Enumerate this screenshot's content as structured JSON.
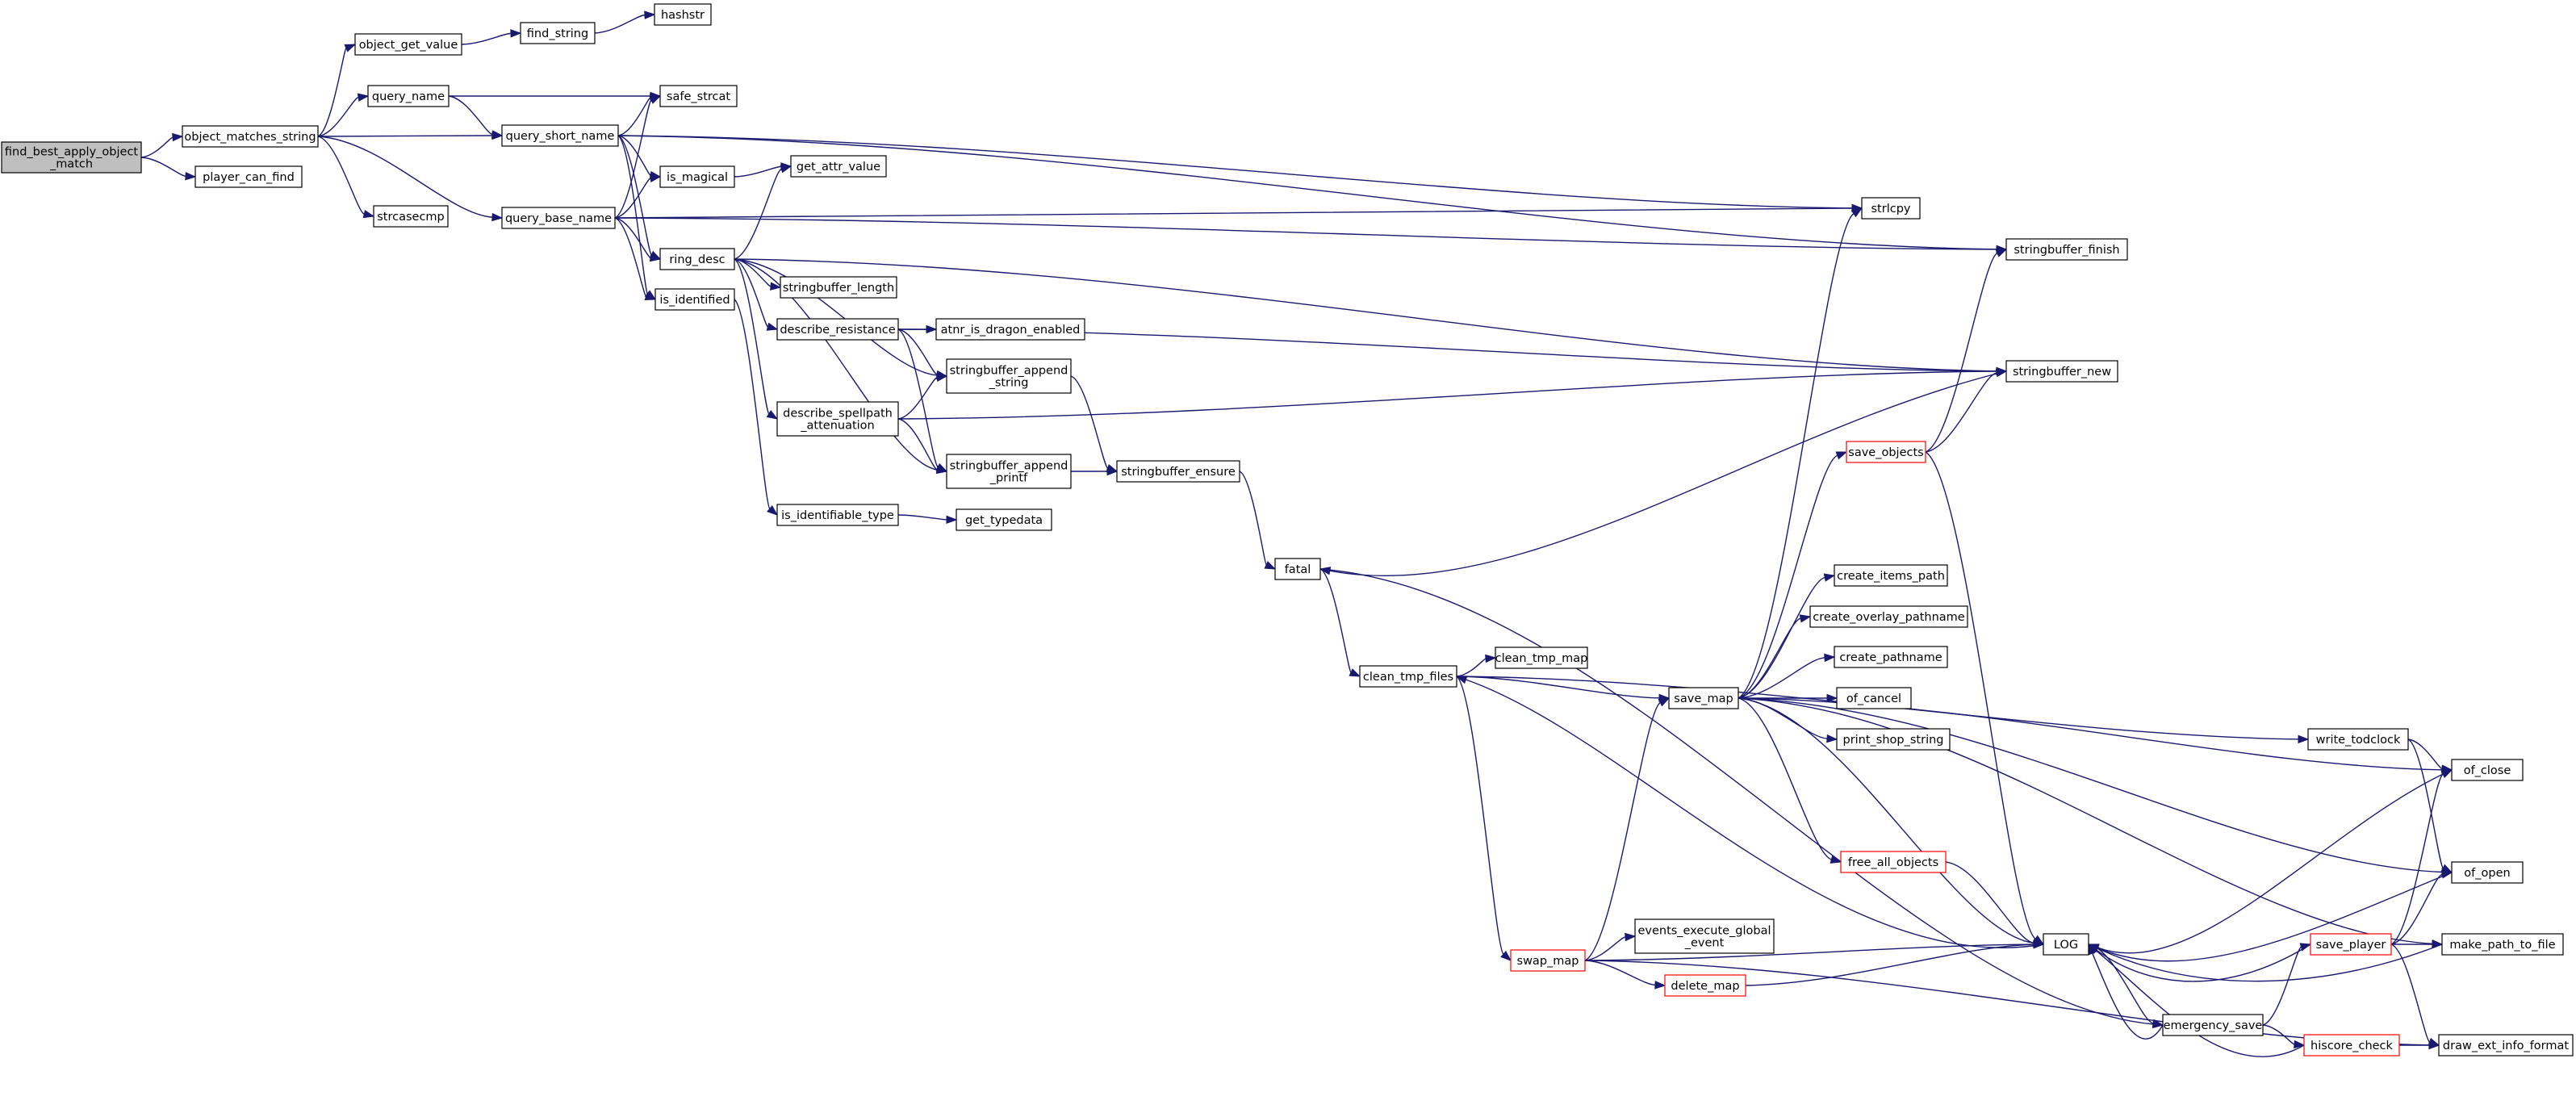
{
  "graph": {
    "colors": {
      "edge": "#191970",
      "node_border": "#000000",
      "truncated_border": "#ff0000",
      "root_fill": "#bfbfbf",
      "node_fill": "#ffffff"
    },
    "nodes": [
      {
        "id": "root",
        "lines": [
          "find_best_apply_object",
          "_match"
        ],
        "kind": "root"
      },
      {
        "id": "object_matches_string",
        "lines": [
          "object_matches_string"
        ]
      },
      {
        "id": "player_can_find",
        "lines": [
          "player_can_find"
        ]
      },
      {
        "id": "object_get_value",
        "lines": [
          "object_get_value"
        ]
      },
      {
        "id": "find_string",
        "lines": [
          "find_string"
        ]
      },
      {
        "id": "hashstr",
        "lines": [
          "hashstr"
        ]
      },
      {
        "id": "query_name",
        "lines": [
          "query_name"
        ]
      },
      {
        "id": "safe_strcat",
        "lines": [
          "safe_strcat"
        ]
      },
      {
        "id": "query_short_name",
        "lines": [
          "query_short_name"
        ]
      },
      {
        "id": "strcasecmp",
        "lines": [
          "strcasecmp"
        ]
      },
      {
        "id": "query_base_name",
        "lines": [
          "query_base_name"
        ]
      },
      {
        "id": "is_magical",
        "lines": [
          "is_magical"
        ]
      },
      {
        "id": "get_attr_value",
        "lines": [
          "get_attr_value"
        ]
      },
      {
        "id": "ring_desc",
        "lines": [
          "ring_desc"
        ]
      },
      {
        "id": "is_identified",
        "lines": [
          "is_identified"
        ]
      },
      {
        "id": "stringbuffer_length",
        "lines": [
          "stringbuffer_length"
        ]
      },
      {
        "id": "describe_resistance",
        "lines": [
          "describe_resistance"
        ]
      },
      {
        "id": "atnr_is_dragon_enabled",
        "lines": [
          "atnr_is_dragon_enabled"
        ]
      },
      {
        "id": "stringbuffer_append_string",
        "lines": [
          "stringbuffer_append",
          "_string"
        ]
      },
      {
        "id": "describe_spellpath_attenuation",
        "lines": [
          "describe_spellpath",
          "_attenuation"
        ]
      },
      {
        "id": "stringbuffer_append_printf",
        "lines": [
          "stringbuffer_append",
          "_printf"
        ]
      },
      {
        "id": "stringbuffer_ensure",
        "lines": [
          "stringbuffer_ensure"
        ]
      },
      {
        "id": "is_identifiable_type",
        "lines": [
          "is_identifiable_type"
        ]
      },
      {
        "id": "get_typedata",
        "lines": [
          "get_typedata"
        ]
      },
      {
        "id": "strlcpy",
        "lines": [
          "strlcpy"
        ]
      },
      {
        "id": "stringbuffer_finish",
        "lines": [
          "stringbuffer_finish"
        ]
      },
      {
        "id": "stringbuffer_new",
        "lines": [
          "stringbuffer_new"
        ]
      },
      {
        "id": "save_objects",
        "lines": [
          "save_objects"
        ],
        "kind": "trunc"
      },
      {
        "id": "fatal",
        "lines": [
          "fatal"
        ]
      },
      {
        "id": "clean_tmp_files",
        "lines": [
          "clean_tmp_files"
        ]
      },
      {
        "id": "clean_tmp_map",
        "lines": [
          "clean_tmp_map"
        ]
      },
      {
        "id": "create_items_path",
        "lines": [
          "create_items_path"
        ]
      },
      {
        "id": "create_overlay_pathname",
        "lines": [
          "create_overlay_pathname"
        ]
      },
      {
        "id": "create_pathname",
        "lines": [
          "create_pathname"
        ]
      },
      {
        "id": "save_map",
        "lines": [
          "save_map"
        ]
      },
      {
        "id": "of_cancel",
        "lines": [
          "of_cancel"
        ]
      },
      {
        "id": "print_shop_string",
        "lines": [
          "print_shop_string"
        ]
      },
      {
        "id": "write_todclock",
        "lines": [
          "write_todclock"
        ]
      },
      {
        "id": "of_close",
        "lines": [
          "of_close"
        ]
      },
      {
        "id": "free_all_objects",
        "lines": [
          "free_all_objects"
        ],
        "kind": "trunc"
      },
      {
        "id": "of_open",
        "lines": [
          "of_open"
        ]
      },
      {
        "id": "swap_map",
        "lines": [
          "swap_map"
        ],
        "kind": "trunc"
      },
      {
        "id": "events_execute_global_event",
        "lines": [
          "events_execute_global",
          "_event"
        ]
      },
      {
        "id": "delete_map",
        "lines": [
          "delete_map"
        ],
        "kind": "trunc"
      },
      {
        "id": "LOG",
        "lines": [
          "LOG"
        ]
      },
      {
        "id": "save_player",
        "lines": [
          "save_player"
        ],
        "kind": "trunc"
      },
      {
        "id": "make_path_to_file",
        "lines": [
          "make_path_to_file"
        ]
      },
      {
        "id": "emergency_save",
        "lines": [
          "emergency_save"
        ]
      },
      {
        "id": "hiscore_check",
        "lines": [
          "hiscore_check"
        ],
        "kind": "trunc"
      },
      {
        "id": "draw_ext_info_format",
        "lines": [
          "draw_ext_info_format"
        ]
      }
    ],
    "edges": [
      [
        "root",
        "object_matches_string"
      ],
      [
        "root",
        "player_can_find"
      ],
      [
        "object_matches_string",
        "object_get_value"
      ],
      [
        "object_matches_string",
        "query_name"
      ],
      [
        "object_matches_string",
        "query_short_name"
      ],
      [
        "object_matches_string",
        "strcasecmp"
      ],
      [
        "object_matches_string",
        "query_base_name"
      ],
      [
        "object_get_value",
        "find_string"
      ],
      [
        "find_string",
        "hashstr"
      ],
      [
        "query_name",
        "safe_strcat"
      ],
      [
        "query_name",
        "query_short_name"
      ],
      [
        "query_short_name",
        "safe_strcat"
      ],
      [
        "query_short_name",
        "strlcpy"
      ],
      [
        "query_short_name",
        "stringbuffer_finish"
      ],
      [
        "query_short_name",
        "is_magical"
      ],
      [
        "query_short_name",
        "ring_desc"
      ],
      [
        "query_short_name",
        "is_identified"
      ],
      [
        "query_base_name",
        "safe_strcat"
      ],
      [
        "query_base_name",
        "is_magical"
      ],
      [
        "query_base_name",
        "strlcpy"
      ],
      [
        "query_base_name",
        "ring_desc"
      ],
      [
        "query_base_name",
        "is_identified"
      ],
      [
        "query_base_name",
        "stringbuffer_finish"
      ],
      [
        "is_magical",
        "get_attr_value"
      ],
      [
        "ring_desc",
        "get_attr_value"
      ],
      [
        "ring_desc",
        "stringbuffer_length"
      ],
      [
        "ring_desc",
        "describe_resistance"
      ],
      [
        "ring_desc",
        "stringbuffer_append_string"
      ],
      [
        "ring_desc",
        "describe_spellpath_attenuation"
      ],
      [
        "ring_desc",
        "stringbuffer_append_printf"
      ],
      [
        "ring_desc",
        "stringbuffer_new"
      ],
      [
        "is_identified",
        "is_identifiable_type"
      ],
      [
        "is_identifiable_type",
        "get_typedata"
      ],
      [
        "describe_resistance",
        "atnr_is_dragon_enabled"
      ],
      [
        "describe_resistance",
        "stringbuffer_append_string"
      ],
      [
        "describe_resistance",
        "stringbuffer_append_printf"
      ],
      [
        "describe_resistance",
        "stringbuffer_new"
      ],
      [
        "describe_spellpath_attenuation",
        "stringbuffer_append_string"
      ],
      [
        "describe_spellpath_attenuation",
        "stringbuffer_append_printf"
      ],
      [
        "describe_spellpath_attenuation",
        "stringbuffer_new"
      ],
      [
        "stringbuffer_append_string",
        "stringbuffer_ensure"
      ],
      [
        "stringbuffer_append_printf",
        "stringbuffer_ensure"
      ],
      [
        "stringbuffer_ensure",
        "fatal"
      ],
      [
        "stringbuffer_new",
        "fatal"
      ],
      [
        "fatal",
        "clean_tmp_files"
      ],
      [
        "fatal",
        "emergency_save"
      ],
      [
        "clean_tmp_files",
        "clean_tmp_map"
      ],
      [
        "clean_tmp_files",
        "save_map"
      ],
      [
        "clean_tmp_files",
        "swap_map"
      ],
      [
        "clean_tmp_files",
        "write_todclock"
      ],
      [
        "swap_map",
        "save_map"
      ],
      [
        "swap_map",
        "events_execute_global_event"
      ],
      [
        "swap_map",
        "delete_map"
      ],
      [
        "swap_map",
        "LOG"
      ],
      [
        "swap_map",
        "draw_ext_info_format"
      ],
      [
        "delete_map",
        "LOG"
      ],
      [
        "save_map",
        "strlcpy"
      ],
      [
        "save_map",
        "save_objects"
      ],
      [
        "save_map",
        "create_items_path"
      ],
      [
        "save_map",
        "create_overlay_pathname"
      ],
      [
        "save_map",
        "create_pathname"
      ],
      [
        "save_map",
        "of_cancel"
      ],
      [
        "save_map",
        "print_shop_string"
      ],
      [
        "save_map",
        "free_all_objects"
      ],
      [
        "save_map",
        "LOG"
      ],
      [
        "save_map",
        "of_close"
      ],
      [
        "save_map",
        "of_open"
      ],
      [
        "save_map",
        "make_path_to_file"
      ],
      [
        "save_objects",
        "stringbuffer_finish"
      ],
      [
        "save_objects",
        "stringbuffer_new"
      ],
      [
        "save_objects",
        "LOG"
      ],
      [
        "free_all_objects",
        "LOG"
      ],
      [
        "write_todclock",
        "of_close"
      ],
      [
        "write_todclock",
        "of_open"
      ],
      [
        "LOG",
        "clean_tmp_files"
      ],
      [
        "LOG",
        "emergency_save"
      ],
      [
        "of_close",
        "LOG"
      ],
      [
        "of_open",
        "LOG"
      ],
      [
        "make_path_to_file",
        "LOG"
      ],
      [
        "save_player",
        "LOG"
      ],
      [
        "save_player",
        "of_close"
      ],
      [
        "save_player",
        "of_open"
      ],
      [
        "save_player",
        "make_path_to_file"
      ],
      [
        "save_player",
        "draw_ext_info_format"
      ],
      [
        "emergency_save",
        "LOG"
      ],
      [
        "emergency_save",
        "save_player"
      ],
      [
        "emergency_save",
        "hiscore_check"
      ],
      [
        "hiscore_check",
        "LOG"
      ],
      [
        "hiscore_check",
        "draw_ext_info_format"
      ]
    ]
  }
}
